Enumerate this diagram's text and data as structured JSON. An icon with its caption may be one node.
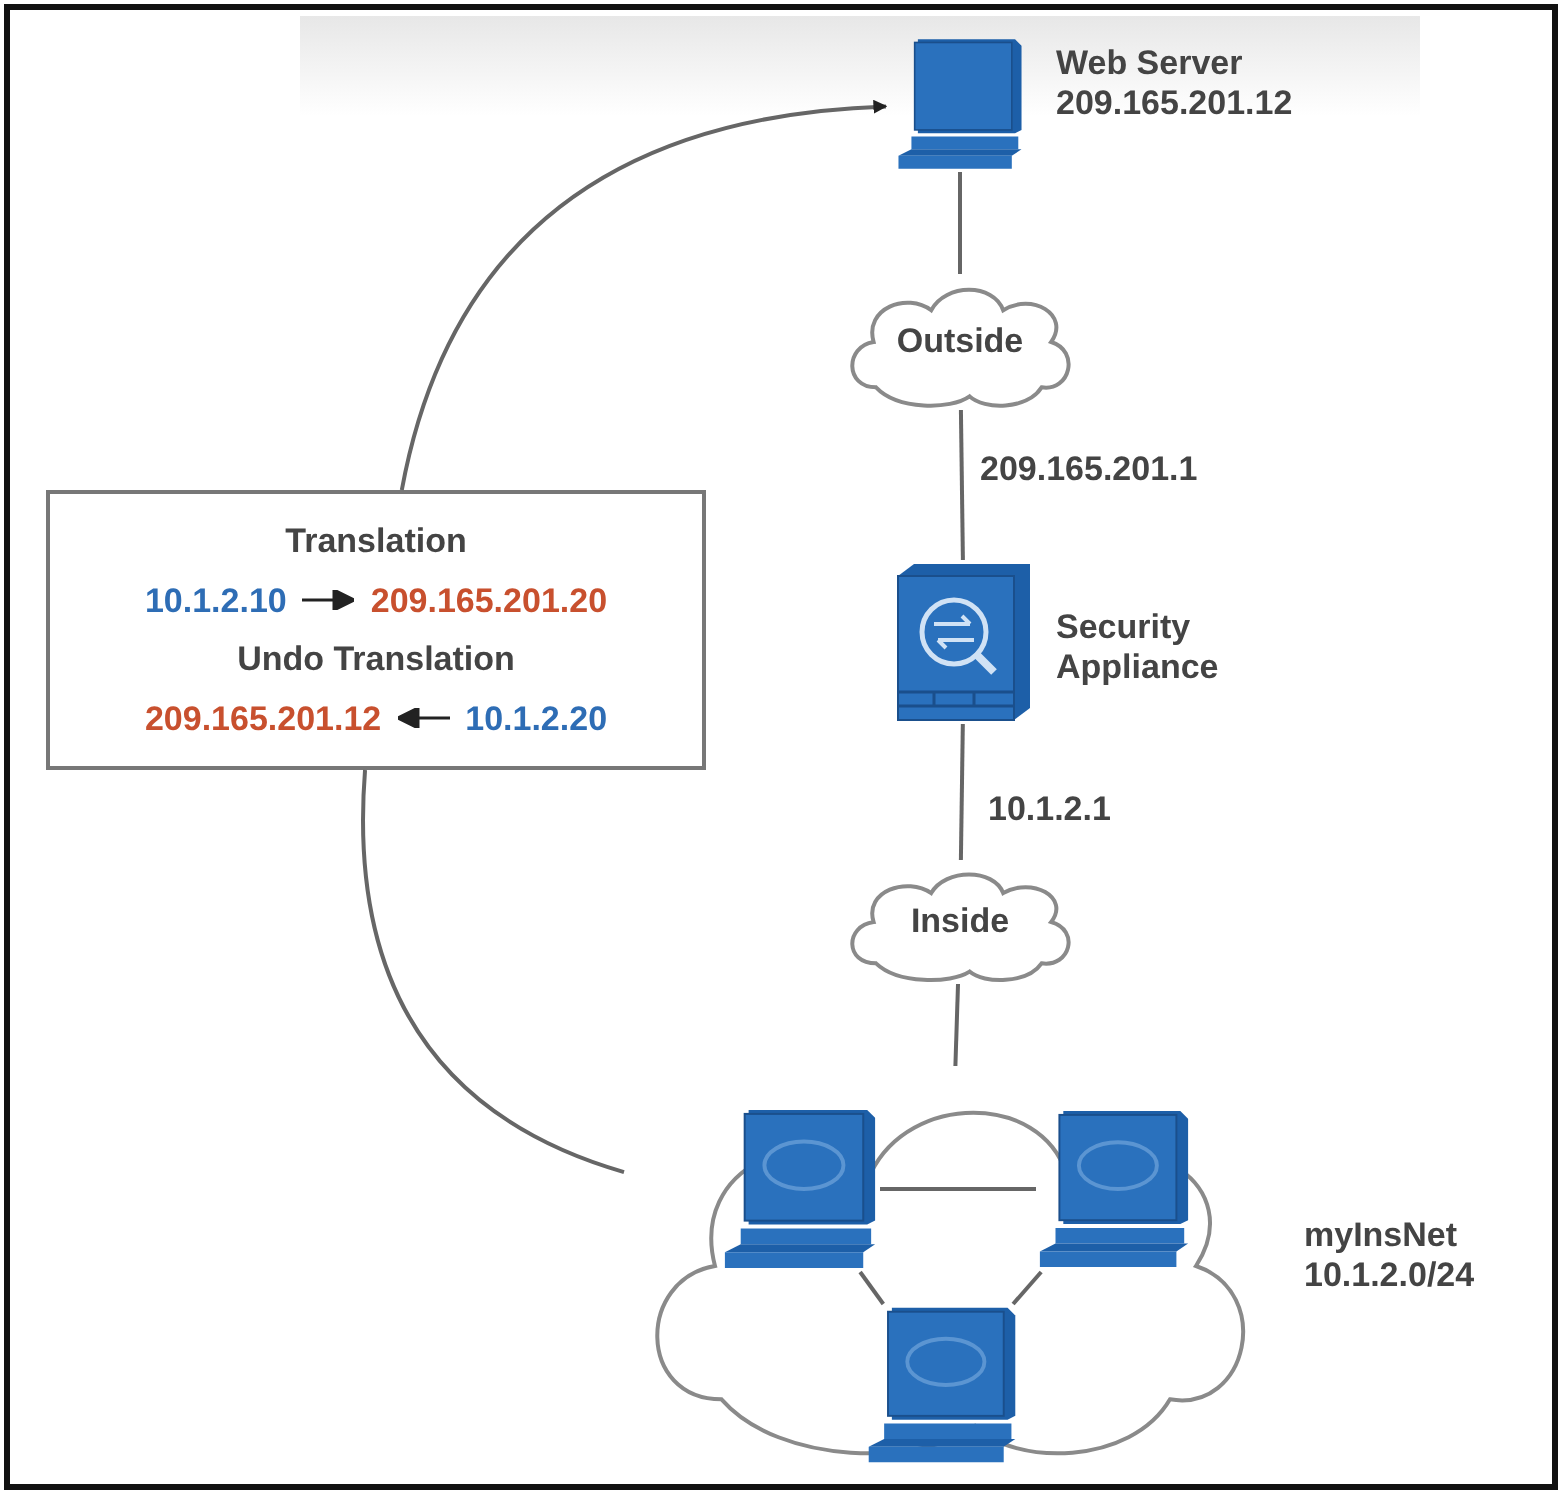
{
  "diagram": {
    "nodes": [
      {
        "text": [],
        "shape": "picture",
        "beside": [
          "Web Server",
          "209.165.201.12"
        ]
      },
      {
        "text": [
          "Outside"
        ]
      },
      {
        "text": [],
        "shape": "picture",
        "beside": [
          "Security Appliance"
        ]
      },
      {
        "text": [
          "Inside"
        ]
      },
      {
        "text": [],
        "shape": "cloud",
        "beside": [
          "myInsNet",
          "10.1.2.0/24"
        ]
      },
      {
        "text": [],
        "shape": "picture",
        "in": 4
      },
      {
        "text": [],
        "shape": "picture",
        "in": 4
      },
      {
        "text": [],
        "shape": "picture",
        "in": 4
      },
      {
        "text": [
          "Translation",
          "10.1.2.10",
          "209.165.201.20",
          "Undo Translation",
          "209.165.201.12",
          "10.1.2.20"
        ]
      }
    ],
    "edges": [
      {
        "from": 0,
        "to": 1,
        "arrow": "none"
      },
      {
        "from": 1,
        "to": 2,
        "arrow": "none",
        "label": "209.165.201.1"
      },
      {
        "from": 2,
        "to": 3,
        "arrow": "none",
        "label": "10.1.2.1"
      },
      {
        "from": 3,
        "to": 4,
        "arrow": "none"
      },
      {
        "from": 5,
        "to": 6,
        "arrow": "none"
      },
      {
        "from": 5,
        "to": 7,
        "arrow": "none"
      },
      {
        "from": 6,
        "to": 7,
        "arrow": "none"
      },
      {
        "from": 4,
        "to": 8,
        "arrow": "none"
      },
      {
        "from": 8,
        "to": 0,
        "arrow": "to"
      }
    ]
  }
}
